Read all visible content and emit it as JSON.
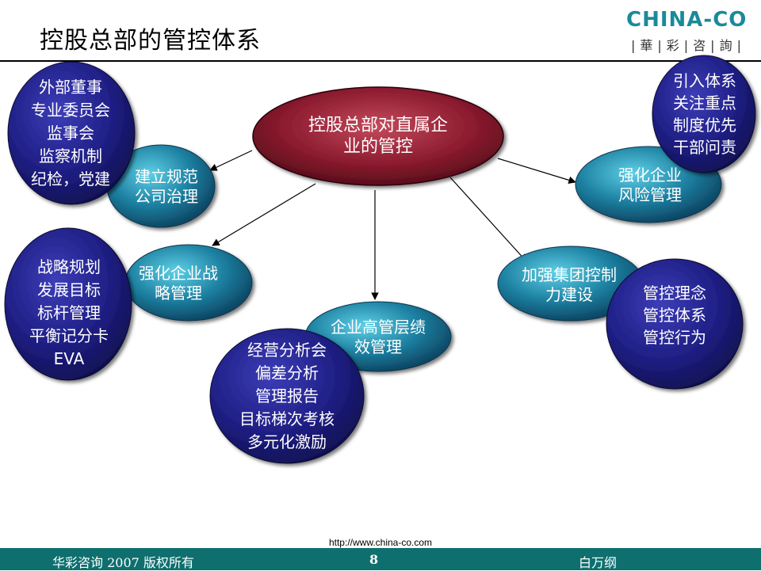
{
  "header": {
    "title": "控股总部的管控体系",
    "logo_word": "CHINA-CO",
    "logo_cn": "|華|彩|咨|詢|"
  },
  "center": {
    "lines": [
      "控股总部对直属企",
      "业的管控"
    ]
  },
  "governance": {
    "lines": [
      "建立规范",
      "公司治理"
    ]
  },
  "governance_detail": {
    "lines": [
      "外部董事",
      "专业委员会",
      "监事会",
      "监察机制",
      "纪检，党建"
    ]
  },
  "strategy": {
    "lines": [
      "强化企业战",
      "略管理"
    ]
  },
  "strategy_detail": {
    "lines": [
      "战略规划",
      "发展目标",
      "标杆管理",
      "平衡记分卡",
      "EVA"
    ]
  },
  "performance": {
    "lines": [
      "企业高管层绩",
      "效管理"
    ]
  },
  "performance_detail": {
    "lines": [
      "经营分析会",
      "偏差分析",
      "管理报告",
      "目标梯次考核",
      "多元化激励"
    ]
  },
  "risk": {
    "lines": [
      "强化企业",
      "风险管理"
    ]
  },
  "risk_detail": {
    "lines": [
      "引入体系",
      "关注重点",
      "制度优先",
      "干部问责"
    ]
  },
  "control": {
    "lines": [
      "加强集团控制",
      "力建设"
    ]
  },
  "control_detail": {
    "lines": [
      "管控理念",
      "管控体系",
      "管控行为"
    ]
  },
  "footer": {
    "url": "http://www.china-co.com",
    "copyright": "华彩咨询 2007 版权所有",
    "page_number": "8",
    "author": "白万纲"
  }
}
